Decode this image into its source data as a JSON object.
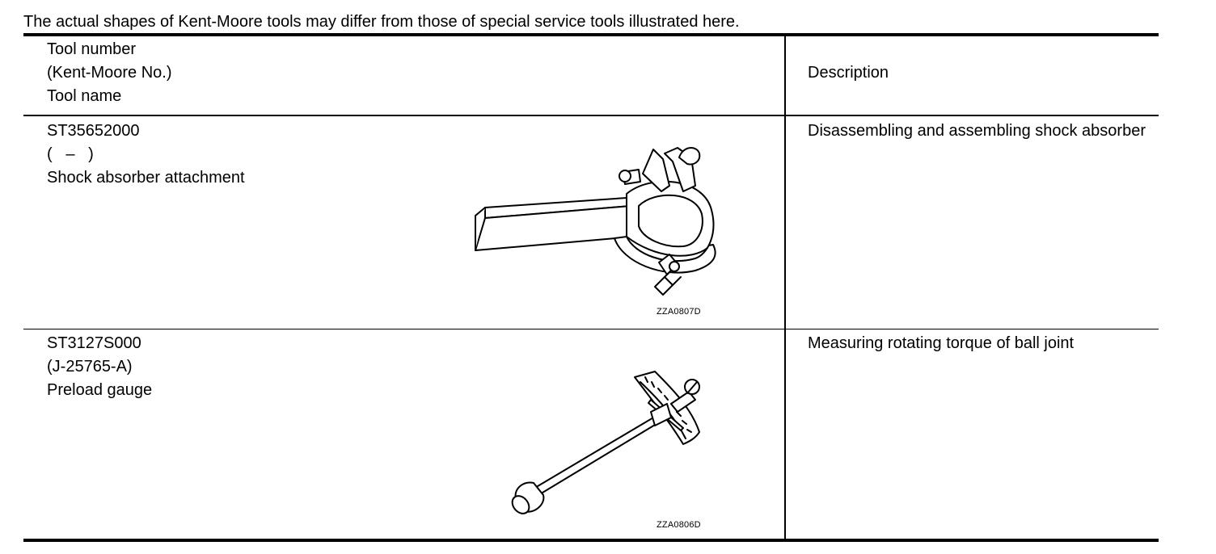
{
  "note": "The actual shapes of Kent-Moore tools may differ from those of special service tools illustrated here.",
  "header": {
    "left_lines": [
      "Tool number",
      "(Kent-Moore No.)",
      "Tool name"
    ],
    "right": "Description"
  },
  "rows": [
    {
      "tool_number": "ST35652000",
      "kent_moore": "(   –   )",
      "tool_name": "Shock absorber attachment",
      "figure_code": "ZZA0807D",
      "description": "Disassembling and assembling shock absorber",
      "figure_icon": "shock-absorber-attachment-illustration"
    },
    {
      "tool_number": "ST3127S000",
      "kent_moore": "(J-25765-A)",
      "tool_name": "Preload gauge",
      "figure_code": "ZZA0806D",
      "description": "Measuring rotating torque of ball joint",
      "figure_icon": "preload-gauge-illustration"
    }
  ]
}
